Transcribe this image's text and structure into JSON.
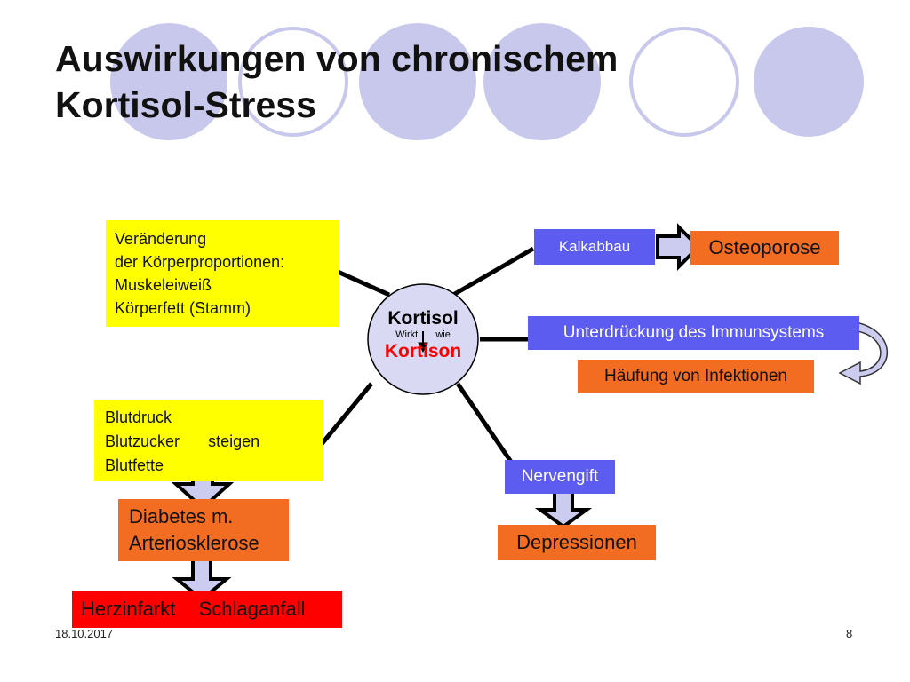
{
  "slide": {
    "title_line1": "Auswirkungen von chronischem",
    "title_line2": "Kortisol-Stress",
    "center": {
      "top": "Kortisol",
      "middle_left": "Wirkt",
      "middle_right": "wie",
      "bottom": "Kortison"
    },
    "proportions": {
      "line1": "Veränderung",
      "line2": "der Körperproportionen:",
      "line3": "Muskeleiweiß",
      "line4": "Körperfett (Stamm)"
    },
    "blood": {
      "line1": "Blutdruck",
      "line2": "Blutzucker",
      "line2b": "steigen",
      "line3": "Blutfette"
    },
    "diabetes": {
      "line1": "Diabetes m.",
      "line2": "Arteriosklerose"
    },
    "heart": {
      "left": "Herzinfarkt",
      "right": "Schlaganfall"
    },
    "kalkabbau": "Kalkabbau",
    "osteoporose": "Osteoporose",
    "immun": "Unterdrückung des Immunsystems",
    "infektionen": "Häufung von Infektionen",
    "nervengift": "Nervengift",
    "depressionen": "Depressionen",
    "date": "18.10.2017",
    "page_number": "8"
  },
  "colors": {
    "circle_fill": "#c8c8ec",
    "yellow": "#ffff00",
    "orange": "#f26c21",
    "blue": "#5c5cf0",
    "red": "#ff0000",
    "arrow_fill": "#ccccf0"
  }
}
